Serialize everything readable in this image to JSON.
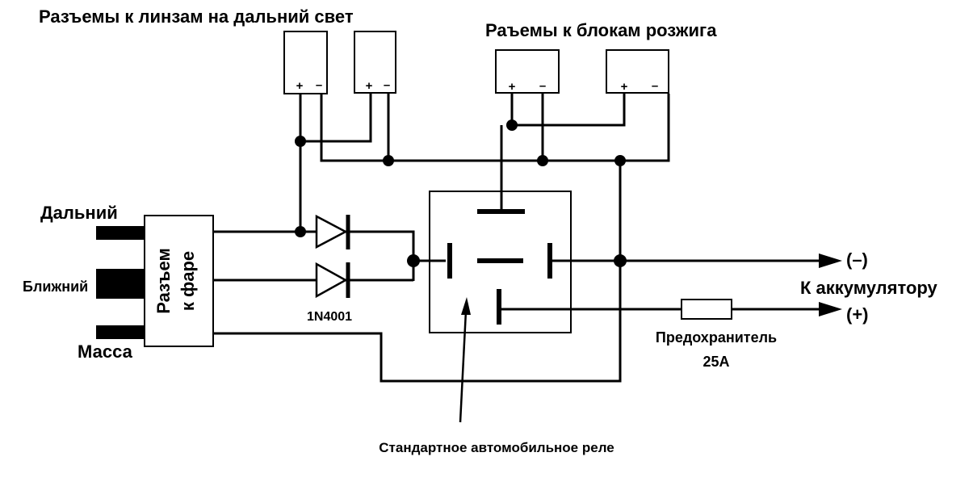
{
  "labels": {
    "lens_connectors": "Разъемы к линзам на дальний свет",
    "ignition_connectors": "Раъемы к блокам розжига",
    "high_beam": "Дальний",
    "low_beam": "Ближний",
    "ground": "Масса",
    "headlight_connector_line1": "Разъем",
    "headlight_connector_line2": "к фаре",
    "diode_model": "1N4001",
    "minus_terminal": "(–)",
    "plus_terminal": "(+)",
    "to_battery": "К аккумулятору",
    "fuse_line1": "Предохранитель",
    "fuse_line2": "25А",
    "relay": "Стандартное автомобильное реле"
  },
  "connectors": {
    "plus_sign": "+",
    "minus_sign": "–"
  }
}
